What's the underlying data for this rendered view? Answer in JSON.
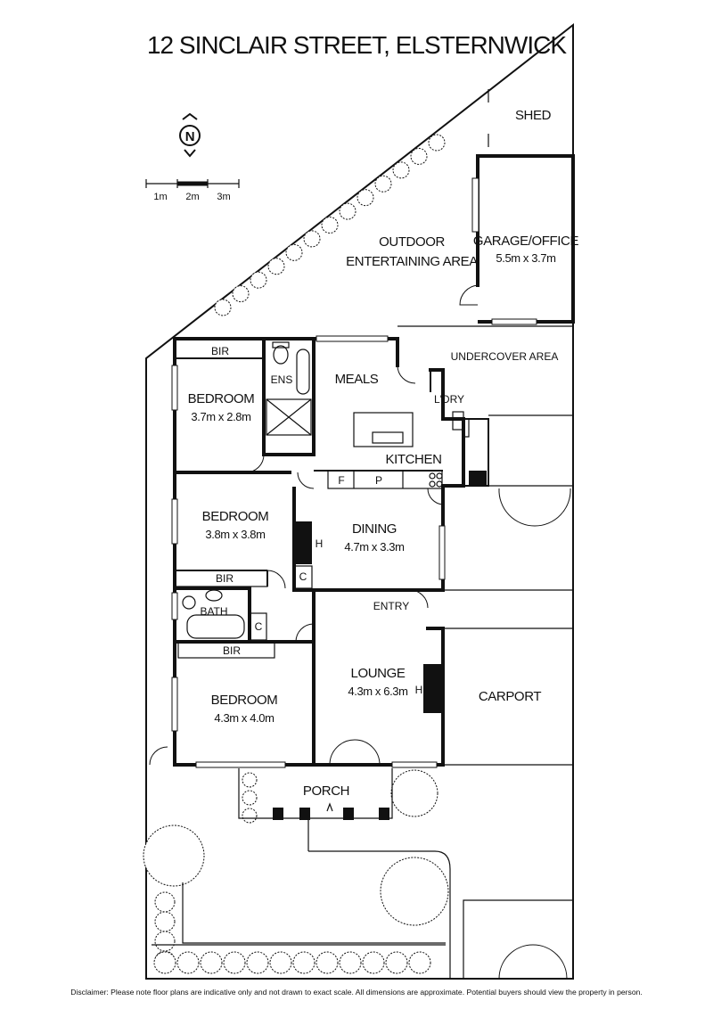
{
  "title": "12 SINCLAIR STREET, ELSTERNWICK",
  "compass": {
    "label": "N"
  },
  "scale_bar": {
    "ticks": [
      "1m",
      "2m",
      "3m"
    ]
  },
  "rooms": [
    {
      "id": "shed",
      "name": "SHED"
    },
    {
      "id": "outdoor",
      "name": "OUTDOOR",
      "name2": "ENTERTAINING AREA"
    },
    {
      "id": "garage",
      "name": "GARAGE/OFFICE",
      "size": "5.5m x 3.7m"
    },
    {
      "id": "undercover",
      "name": "UNDERCOVER AREA"
    },
    {
      "id": "bir1",
      "name": "BIR"
    },
    {
      "id": "ens",
      "name": "ENS"
    },
    {
      "id": "meals",
      "name": "MEALS"
    },
    {
      "id": "laundry",
      "name": "L'DRY"
    },
    {
      "id": "bedroom1",
      "name": "BEDROOM",
      "size": "3.7m x 2.8m"
    },
    {
      "id": "kitchen",
      "name": "KITCHEN"
    },
    {
      "id": "fridge",
      "name": "F"
    },
    {
      "id": "pantry",
      "name": "P"
    },
    {
      "id": "bedroom2",
      "name": "BEDROOM",
      "size": "3.8m x 3.8m"
    },
    {
      "id": "dining",
      "name": "DINING",
      "size": "4.7m x 3.3m"
    },
    {
      "id": "heater1",
      "name": "H"
    },
    {
      "id": "cupboard1",
      "name": "C"
    },
    {
      "id": "bir2",
      "name": "BIR"
    },
    {
      "id": "entry",
      "name": "ENTRY"
    },
    {
      "id": "bath",
      "name": "BATH"
    },
    {
      "id": "cupboard2",
      "name": "C"
    },
    {
      "id": "bir3",
      "name": "BIR"
    },
    {
      "id": "lounge",
      "name": "LOUNGE",
      "size": "4.3m x 6.3m"
    },
    {
      "id": "heater2",
      "name": "H"
    },
    {
      "id": "carport",
      "name": "CARPORT"
    },
    {
      "id": "bedroom3",
      "name": "BEDROOM",
      "size": "4.3m x 4.0m"
    },
    {
      "id": "porch",
      "name": "PORCH"
    }
  ],
  "disclaimer": "Disclaimer: Please note floor plans are indicative only and not drawn to exact scale. All dimensions are approximate. Potential buyers should view the property in person."
}
